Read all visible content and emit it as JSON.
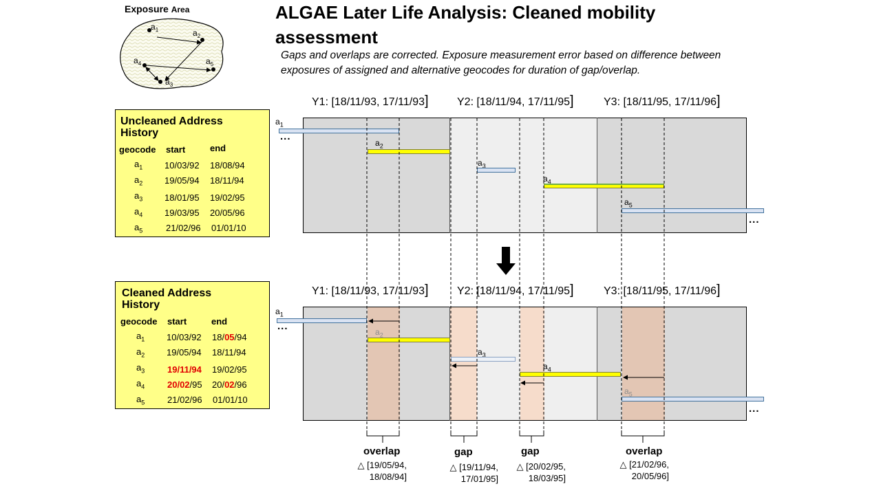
{
  "title": "ALGAE Later Life Analysis: Cleaned mobility assessment",
  "subtitle": "Gaps and overlaps are corrected.  Exposure measurement error based on difference between exposures of assigned and alternative geocodes for duration of gap/overlap.",
  "exposure_area": {
    "label_main": "Exposure",
    "label_small": "Area",
    "points": [
      "a1",
      "a2",
      "a3",
      "a4",
      "a5"
    ]
  },
  "uncleaned": {
    "title_line1": "Uncleaned Address",
    "title_line2": "History",
    "headers": [
      "geocode",
      "start",
      "end"
    ],
    "rows": [
      {
        "geo": "a",
        "sub": "1",
        "start": "10/03/92",
        "end": "18/08/94"
      },
      {
        "geo": "a",
        "sub": "2",
        "start": "19/05/94",
        "end": "18/11/94"
      },
      {
        "geo": "a",
        "sub": "3",
        "start": "18/01/95",
        "end": "19/02/95"
      },
      {
        "geo": "a",
        "sub": "4",
        "start": "19/03/95",
        "end": "20/05/96"
      },
      {
        "geo": "a",
        "sub": "5",
        "start": "21/02/96",
        "end": "01/01/10"
      }
    ]
  },
  "cleaned": {
    "title_line1": "Cleaned Address",
    "title_line2": "History",
    "headers": [
      "geocode",
      "start",
      "end"
    ],
    "rows": [
      {
        "geo": "a",
        "sub": "1",
        "start": "10/03/92",
        "end_pre": "18/",
        "end_red": "05",
        "end_post": "/94"
      },
      {
        "geo": "a",
        "sub": "2",
        "start": "19/05/94",
        "end": "18/11/94"
      },
      {
        "geo": "a",
        "sub": "3",
        "start_red": "19/11/94",
        "end": "19/02/95"
      },
      {
        "geo": "a",
        "sub": "4",
        "start_red": "20/02",
        "start_post": "/95",
        "end_pre": "20/",
        "end_red": "02",
        "end_post": "/96"
      },
      {
        "geo": "a",
        "sub": "5",
        "start": "21/02/96",
        "end": "01/01/10"
      }
    ]
  },
  "years": [
    {
      "label": "Y1: [18/11/93, 17/11/93",
      "bracket": "]"
    },
    {
      "label": "Y2: [18/11/94, 17/11/95",
      "bracket": "]"
    },
    {
      "label": "Y3: [18/11/95, 17/11/96",
      "bracket": "]"
    }
  ],
  "ellipsis": "...",
  "annotations": [
    {
      "kind": "overlap",
      "delta": "△",
      "range_line1": "[19/05/94,",
      "range_line2": "18/08/94]"
    },
    {
      "kind": "gap",
      "delta": "△",
      "range_line1": "[19/11/94,",
      "range_line2": "17/01/95]"
    },
    {
      "kind": "gap",
      "delta": "△",
      "range_line1": "[20/02/95,",
      "range_line2": "18/03/95]"
    },
    {
      "kind": "overlap",
      "delta": "△",
      "range_line1": "[21/02/96,",
      "range_line2": "20/05/96]"
    }
  ],
  "colors": {
    "panel_bg": "#ffff88",
    "band_year_dark": "#d9d9d9",
    "band_year_light": "#efefef",
    "overlap_gap_shade": "#f4d2bd",
    "bar_yellow": "#ffff00",
    "bar_blue": "#dae3f3",
    "highlight_red": "#e00000"
  }
}
